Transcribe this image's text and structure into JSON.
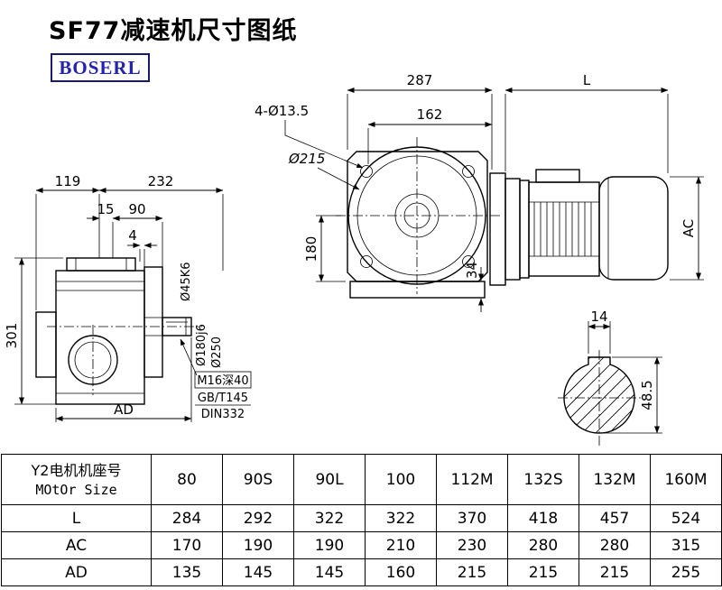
{
  "title": "SF77减速机尺寸图纸",
  "logo": "BOSERL",
  "left_view": {
    "dim_119": "119",
    "dim_232": "232",
    "dim_15": "15",
    "dim_90": "90",
    "dim_4": "4",
    "dim_301": "301",
    "dim_ad": "AD",
    "dia_shaft": "Ø45K6",
    "dia_spigot": "Ø180j6",
    "dia_flange": "Ø250",
    "note_line1": "M16深40",
    "note_line2": "GB/T145",
    "note_line3": "DIN332"
  },
  "front_view": {
    "dim_287": "287",
    "dim_l": "L",
    "dim_162": "162",
    "holes_label": "4-Ø13.5",
    "dia_flange": "Ø215",
    "dim_180": "180",
    "dim_34": "34",
    "dim_ac": "AC"
  },
  "shaft_section": {
    "dim_key_width": "14",
    "dim_height": "48.5"
  },
  "table": {
    "header_line1": "Y2电机机座号",
    "header_line2": "MOtOr Size",
    "sizes": [
      "80",
      "90S",
      "90L",
      "100",
      "112M",
      "132S",
      "132M",
      "160M"
    ],
    "rows": [
      {
        "label": "L",
        "values": [
          "284",
          "292",
          "322",
          "322",
          "370",
          "418",
          "457",
          "524"
        ]
      },
      {
        "label": "AC",
        "values": [
          "170",
          "190",
          "190",
          "210",
          "230",
          "280",
          "280",
          "315"
        ]
      },
      {
        "label": "AD",
        "values": [
          "135",
          "145",
          "145",
          "160",
          "215",
          "215",
          "215",
          "255"
        ]
      }
    ]
  }
}
